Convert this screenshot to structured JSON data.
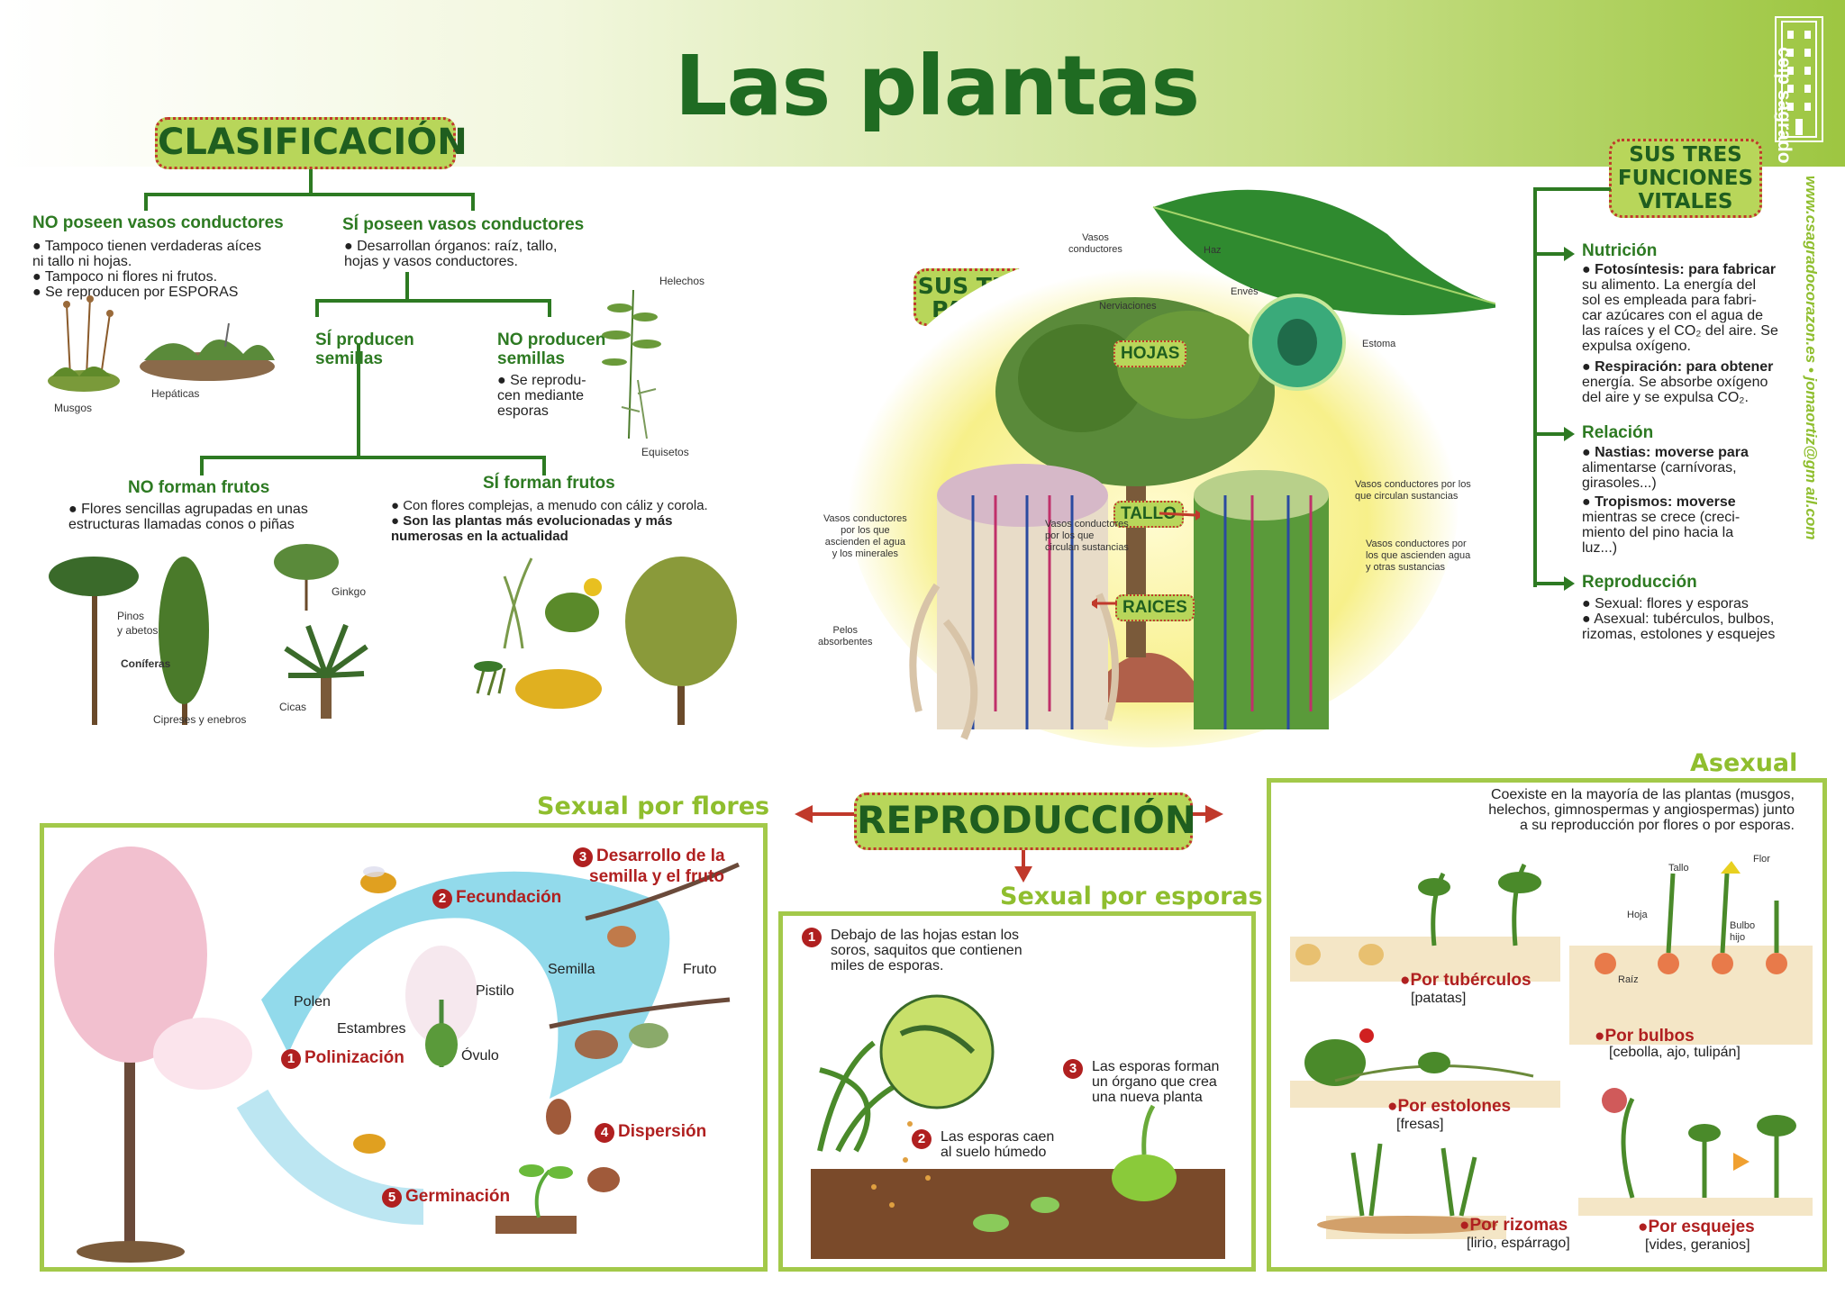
{
  "header": {
    "title": "Las plantas",
    "school": "ceip sagrado corazón",
    "web": "www.csagradocorazon.es • jomaortiz@gm ail.com"
  },
  "clasificacion": {
    "title": "CLASIFICACIÓN",
    "no_vasos": {
      "heading": "NO poseen vasos conductores",
      "bullets": [
        "● Tampoco tienen verdaderas aíces",
        "ni tallo ni hojas.",
        "● Tampoco ni flores ni frutos.",
        "● Se reproducen por ESPORAS"
      ],
      "captions": [
        "Musgos",
        "Hepáticas"
      ]
    },
    "si_vasos": {
      "heading": "SÍ poseen vasos conductores",
      "bullets": [
        "● Desarrollan órganos: raíz, tallo,",
        "hojas y vasos conductores."
      ]
    },
    "si_semillas": {
      "heading_1": "SÍ producen",
      "heading_2": "semillas"
    },
    "no_semillas": {
      "heading_1": "NO producen",
      "heading_2": "semillas",
      "bullets": [
        "● Se reprodu-",
        "cen mediante",
        "esporas"
      ],
      "captions": [
        "Helechos",
        "Equisetos"
      ]
    },
    "no_frutos": {
      "heading": "NO forman frutos",
      "bullets": [
        "● Flores sencillas agrupadas en unas",
        "estructuras llamadas conos o piñas"
      ],
      "captions": [
        "Pinos",
        "y abetos",
        "Coníferas",
        "Cipreses y enebros",
        "Ginkgo",
        "Cicas"
      ]
    },
    "si_frutos": {
      "heading": "SÍ forman frutos",
      "bullet_1": "● Con flores complejas, a menudo con cáliz y corola.",
      "bullet_2": "● Son las plantas más evolucionadas y más",
      "bullet_3": "numerosas en la actualidad"
    }
  },
  "partes": {
    "title_1": "SUS TRES",
    "title_2": "PARTES",
    "hojas": "HOJAS",
    "tallo": "TALLO",
    "raices": "RAICES",
    "labels": {
      "vasos_cond": [
        "Vasos",
        "conductores"
      ],
      "haz": "Haz",
      "enves": "Envés",
      "nerviaciones": "Nerviaciones",
      "estoma": "Estoma",
      "vasos_agua": [
        "Vasos conductores",
        "por los que",
        "ascienden el agua",
        "y los minerales"
      ],
      "vasos_sust": [
        "Vasos conductores",
        "por los que",
        "circulan sustancias"
      ],
      "pelos": [
        "Pelos",
        "absorbentes"
      ],
      "vasos_right_top": [
        "Vasos conductores por los",
        "que circulan sustancias"
      ],
      "vasos_right_mid": [
        "Vasos conductores por",
        "los que ascienden agua",
        "y otras sustancias"
      ]
    }
  },
  "funciones": {
    "title_1": "SUS TRES",
    "title_2": "FUNCIONES",
    "title_3": "VITALES",
    "nutricion": {
      "heading": "Nutrición",
      "lines": [
        "● Fotosíntesis: para fabricar",
        "su alimento. La energía del",
        "sol es empleada para fabri-",
        "car azúcares con el agua de",
        "las raíces y el CO₂ del aire. Se",
        "expulsa oxígeno.",
        "● Respiración: para obtener",
        "energía. Se absorbe oxígeno",
        "del aire y se expulsa CO₂."
      ]
    },
    "relacion": {
      "heading": "Relación",
      "lines": [
        "● Nastias: moverse para",
        "alimentarse (carnívoras,",
        "girasoles...)",
        "● Tropismos: moverse",
        "mientras se crece (creci-",
        "miento del pino hacia la",
        "luz...)"
      ]
    },
    "reproduccion": {
      "heading": "Reproducción",
      "lines": [
        "● Sexual: flores y esporas",
        "● Asexual: tubérculos, bulbos,",
        "rizomas, estolones y esquejes"
      ]
    }
  },
  "reproduccion": {
    "title": "REPRODUCCIÓN",
    "flores": {
      "title": "Sexual por flores",
      "steps": [
        "Polinización",
        "Fecundación",
        "Desarrollo de la",
        "semilla y el fruto",
        "Dispersión",
        "Germinación"
      ],
      "step_numbers": [
        "1",
        "2",
        "3",
        "4",
        "5"
      ],
      "labels": [
        "Polen",
        "Estambres",
        "Pistilo",
        "Óvulo",
        "Semilla",
        "Fruto"
      ]
    },
    "esporas": {
      "title": "Sexual por esporas",
      "numbers": [
        "1",
        "2",
        "3"
      ],
      "step1": [
        "Debajo de las hojas estan los",
        "soros, saquitos que contienen",
        "miles de esporas."
      ],
      "step2": [
        "Las esporas caen",
        "al suelo húmedo"
      ],
      "step3": [
        "Las esporas forman",
        "un órgano que crea",
        "una nueva planta"
      ]
    },
    "asexual": {
      "title": "Asexual",
      "intro": [
        "Coexiste en la mayoría de las plantas (musgos,",
        "helechos, gimnospermas y angiospermas) junto",
        "a su reproducción por flores o por esporas."
      ],
      "tuberculos": {
        "label": "●Por tubérculos",
        "ex": "[patatas]"
      },
      "bulbos": {
        "label": "●Por bulbos",
        "ex": "[cebolla, ajo, tulipán]",
        "parts": [
          "Tallo",
          "Flor",
          "Hoja",
          "Bulbo",
          "hijo",
          "Raíz"
        ]
      },
      "estolones": {
        "label": "●Por estolones",
        "ex": "[fresas]"
      },
      "rizomas": {
        "label": "●Por rizomas",
        "ex": "[lirio, espárrago]"
      },
      "esquejes": {
        "label": "●Por esquejes",
        "ex": "[vides, geranios]"
      }
    }
  }
}
